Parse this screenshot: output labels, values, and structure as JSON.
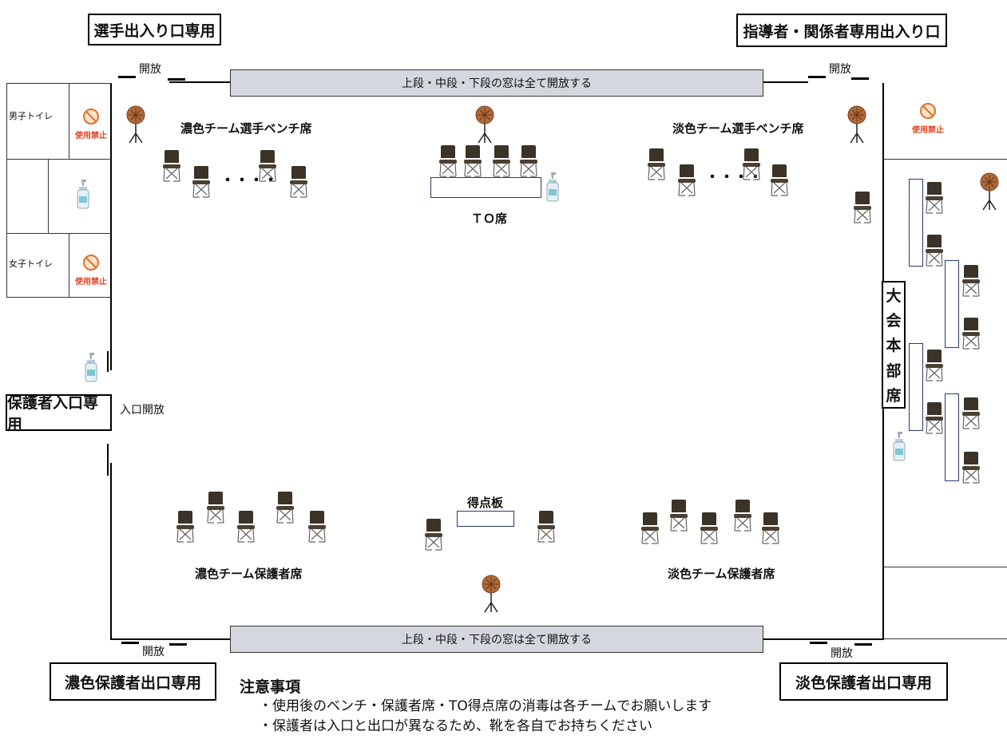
{
  "entrances": {
    "player": "選手出入り口専用",
    "staff": "指導者・関係者専用出入り口",
    "guardian_in": "保護者入口専用",
    "dark_out": "濃色保護者出口専用",
    "light_out": "淡色保護者出口専用"
  },
  "open_label": "開放",
  "entry_open_label": "入口開放",
  "windows": {
    "top": "上段・中段・下段の窓は全て開放する",
    "bottom": "上段・中段・下段の窓は全て開放する"
  },
  "restrooms": {
    "male": "男子トイレ",
    "female": "女子トイレ",
    "prohibited": "使用禁止"
  },
  "areas": {
    "dark_bench": "濃色チーム選手ベンチ席",
    "light_bench": "淡色チーム選手ベンチ席",
    "to_seat": "ＴＯ席",
    "scoreboard": "得点板",
    "dark_guardian": "濃色チーム保護者席",
    "light_guardian": "淡色チーム保護者席",
    "hq": [
      "大",
      "会",
      "本",
      "部",
      "席"
    ],
    "ellipsis": "・・・・"
  },
  "notes": {
    "title": "注意事項",
    "items": [
      "・使用後のベンチ・保護者席・TO得点席の消毒は各チームでお願いします",
      "・保護者は入口と出口が異なるため、靴を各自でお持ちください"
    ]
  },
  "icons": {
    "chair": "folding-chair-icon",
    "fan": "standing-fan-icon",
    "sanitizer": "sanitizer-bottle-icon",
    "ban": "no-entry-icon"
  },
  "colors": {
    "window_band": "#d4d7dd",
    "table_border": "#2a3a6a",
    "ban_red": "#d42"
  }
}
